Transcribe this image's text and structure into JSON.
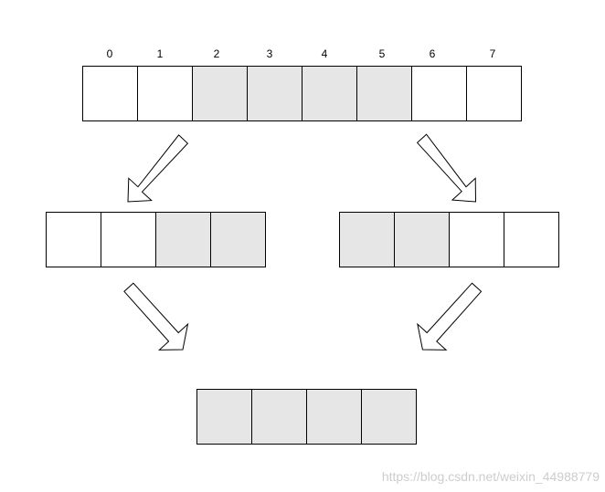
{
  "colors": {
    "shaded_cell": "#e6e6e6",
    "plain_cell": "#ffffff",
    "stroke": "#000000"
  },
  "top_array": {
    "indices": [
      "0",
      "1",
      "2",
      "3",
      "4",
      "5",
      "6",
      "7"
    ],
    "shaded": [
      false,
      false,
      true,
      true,
      true,
      true,
      false,
      false
    ]
  },
  "middle_left_array": {
    "shaded": [
      false,
      false,
      true,
      true
    ]
  },
  "middle_right_array": {
    "shaded": [
      true,
      true,
      false,
      false
    ]
  },
  "bottom_array": {
    "shaded": [
      true,
      true,
      true,
      true
    ]
  },
  "watermark": "https://blog.csdn.net/weixin_44988779"
}
